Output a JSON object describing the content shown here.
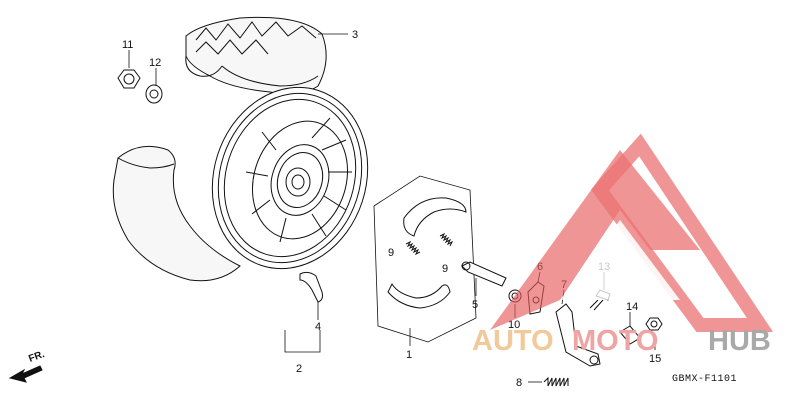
{
  "diagram": {
    "code": "GBMX-F1101",
    "direction": "FR.",
    "callouts": [
      "1",
      "2",
      "3",
      "4",
      "5",
      "6",
      "7",
      "8",
      "9",
      "9",
      "10",
      "11",
      "12",
      "13",
      "14",
      "15"
    ]
  },
  "watermark": {
    "part1": "AUTO",
    "part2": "MOTO",
    "part3": "HUB",
    "colors": {
      "triangle": "#e85a5a",
      "auto": "#f2c99a",
      "moto": "#f0a3a3",
      "hub": "#a9a9a9"
    }
  }
}
